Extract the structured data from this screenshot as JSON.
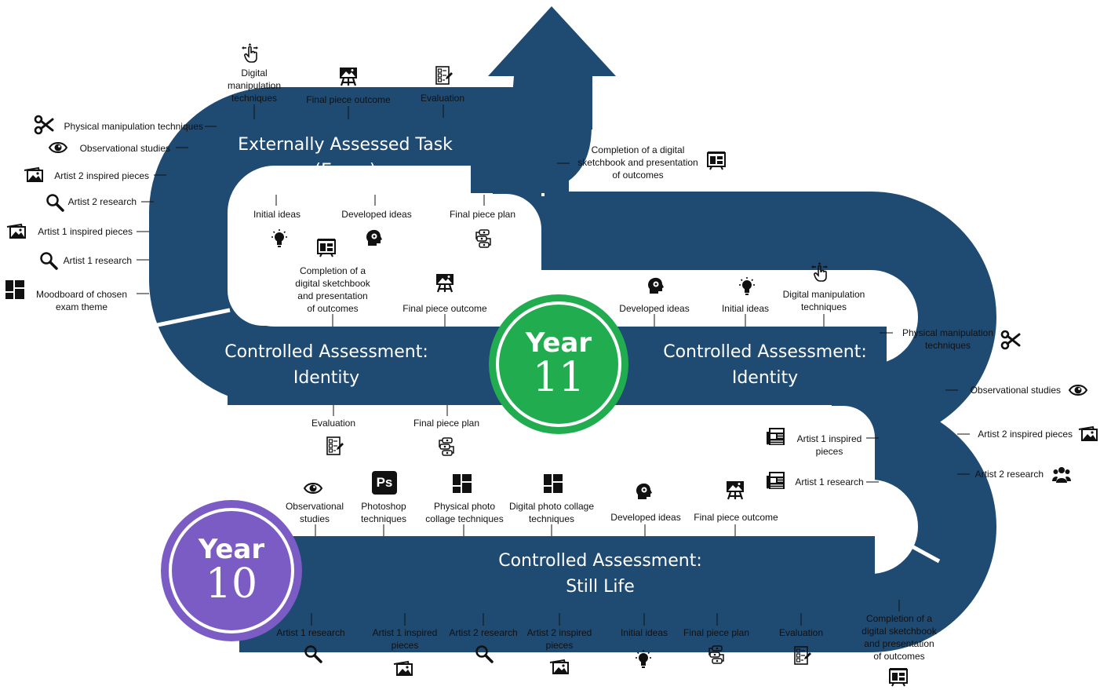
{
  "colors": {
    "road": "#1f4a72",
    "year10": "#7b5cc4",
    "year11": "#21ad4f",
    "text": "#111111"
  },
  "year10": {
    "word": "Year",
    "number": "10"
  },
  "year11": {
    "word": "Year",
    "number": "11"
  },
  "bands": {
    "exam": {
      "line1": "Externally Assessed Task",
      "line2": "(Exam)"
    },
    "identity_left": {
      "line1": "Controlled Assessment:",
      "line2": "Identity"
    },
    "identity_right": {
      "line1": "Controlled Assessment:",
      "line2": "Identity"
    },
    "still_life": {
      "line1": "Controlled Assessment:",
      "line2": "Still Life"
    }
  },
  "labels": {
    "digital_manipulation_top": "Digital\nmanipulation\ntechniques",
    "final_piece_outcome_top": "Final piece outcome",
    "evaluation_top": "Evaluation",
    "physical_manipulation_left": "Physical manipulation techniques",
    "observational_left": "Observational studies",
    "artist2_inspired_left": "Artist 2 inspired pieces",
    "artist2_research_left": "Artist 2 research",
    "artist1_inspired_left": "Artist 1 inspired pieces",
    "artist1_research_left": "Artist 1 research",
    "moodboard_left": "Moodboard of chosen\nexam theme",
    "completion_top_right": "Completion of a digital\nsketchbook and presentation\nof outcomes",
    "initial_ideas_exam": "Initial ideas",
    "developed_ideas_exam": "Developed ideas",
    "final_piece_plan_exam": "Final piece plan",
    "completion_mid_left": "Completion of a\ndigital sketchbook\nand presentation\nof outcomes",
    "final_piece_outcome_mid": "Final piece outcome",
    "developed_ideas_mid": "Developed ideas",
    "initial_ideas_mid": "Initial ideas",
    "digital_manipulation_mid": "Digital manipulation\ntechniques",
    "physical_manipulation_right": "Physical manipulation\ntechniques",
    "observational_right": "Observational studies",
    "artist2_inspired_right": "Artist 2 inspired pieces",
    "artist2_research_right": "Artist 2 research",
    "artist1_inspired_inner": "Artist 1 inspired\npieces",
    "artist1_research_inner": "Artist 1 research",
    "evaluation_mid": "Evaluation",
    "final_piece_plan_mid": "Final piece plan",
    "observational_y10": "Observational\nstudies",
    "photoshop_y10": "Photoshop\ntechniques",
    "physical_collage_y10": "Physical photo\ncollage techniques",
    "digital_collage_y10": "Digital photo collage\ntechniques",
    "developed_ideas_y10": "Developed ideas",
    "final_piece_outcome_y10": "Final piece outcome",
    "artist1_research_y10": "Artist 1 research",
    "artist1_inspired_y10": "Artist 1 inspired\npieces",
    "artist2_research_y10": "Artist 2 research",
    "artist2_inspired_y10": "Artist 2 inspired\npieces",
    "initial_ideas_y10": "Initial ideas",
    "final_piece_plan_y10": "Final piece plan",
    "evaluation_y10": "Evaluation",
    "completion_y10": "Completion of a\ndigital sketchbook\nand presentation\nof outcomes"
  },
  "ps_icon_text": "Ps"
}
